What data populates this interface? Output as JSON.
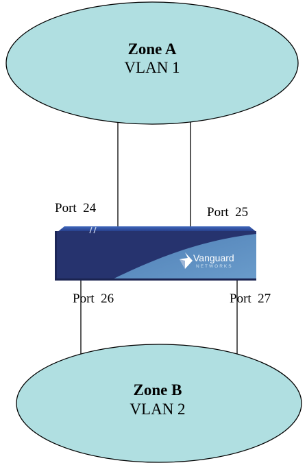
{
  "zones": {
    "a": {
      "name": "Zone A",
      "vlan": "VLAN 1"
    },
    "b": {
      "name": "Zone B",
      "vlan": "VLAN 2"
    }
  },
  "ports": {
    "p24": "Port  24",
    "p25": "Port  25",
    "p26": "Port  26",
    "p27": "Port  27"
  },
  "device": {
    "brand": "Vanguard",
    "brand_sub": "NETWORKS"
  },
  "colors": {
    "zone_fill": "#b0dfe1",
    "zone_stroke": "#000000",
    "device_dark": "#26336e",
    "device_light": "#5a8cbf",
    "device_top": "#2c4fa0"
  }
}
